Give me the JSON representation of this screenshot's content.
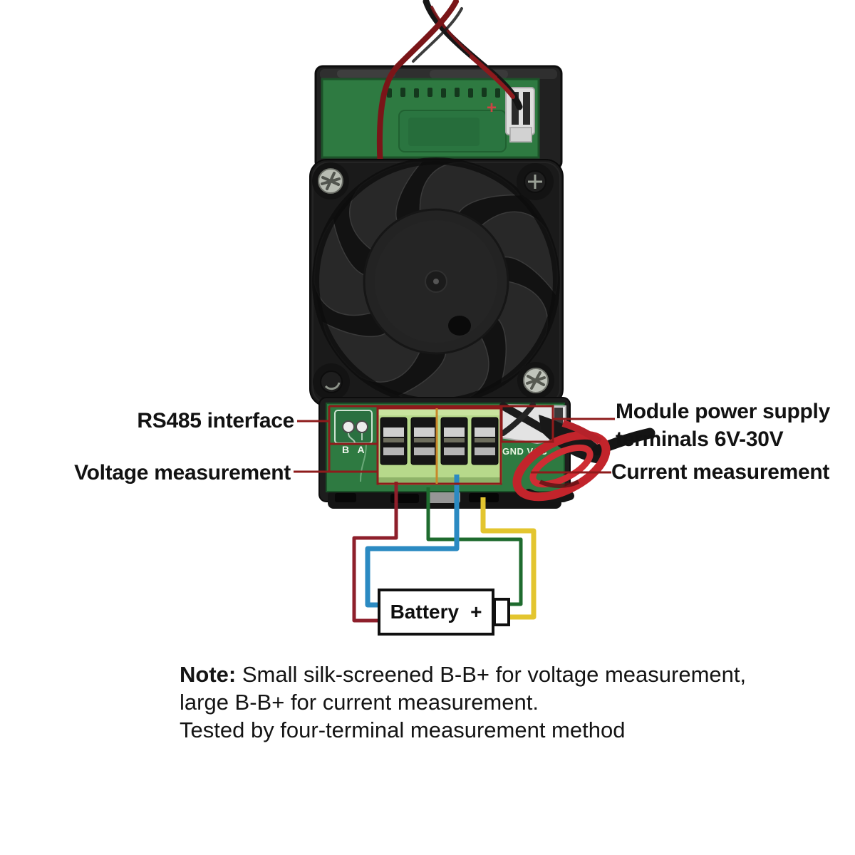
{
  "annotations": {
    "rs485_label": "RS485 interface",
    "voltage_label": "Voltage measurement",
    "module_power_label_line1": "Module power supply",
    "module_power_label_line2": "terminals 6V-30V",
    "current_label": "Current measurement"
  },
  "battery": {
    "label": "Battery",
    "polarity": "+"
  },
  "pcb_silkscreen": {
    "rs485_pins": "B A",
    "power_pins": "GND VCC",
    "plus_mark": "+"
  },
  "note": {
    "prefix": "Note:",
    "line1_rest": " Small silk-screened B-B+ for voltage measurement,",
    "line2": "large B-B+ for current measurement.",
    "line3": "Tested by four-terminal measurement method"
  },
  "colors": {
    "annotation_red": "#8e1b1b",
    "divider_orange": "#c8882a",
    "wire_red": "#8e1f2b",
    "wire_green": "#1e6b2e",
    "wire_blue": "#2b8ac2",
    "wire_yellow": "#e3c52f",
    "loop_red": "#c2242b",
    "pcb_green": "#2e7a41",
    "terminal_green": "#b7d98b"
  }
}
